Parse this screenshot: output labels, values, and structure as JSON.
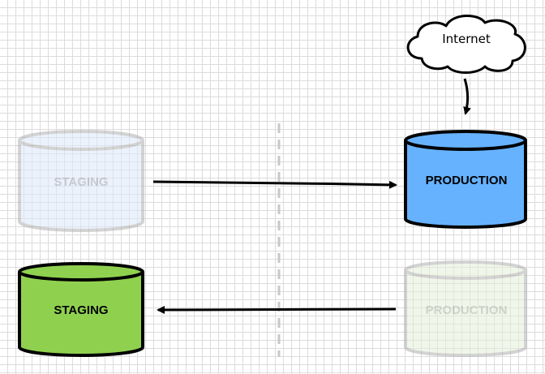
{
  "diagram": {
    "cloud": {
      "label": "Internet"
    },
    "top_row": {
      "source": {
        "label": "STAGING",
        "state": "faded",
        "fill": "#dce9fb"
      },
      "target": {
        "label": "PRODUCTION",
        "state": "active",
        "fill": "#66b2ff"
      }
    },
    "bottom_row": {
      "source": {
        "label": "PRODUCTION",
        "state": "faded",
        "fill": "#e4efd8"
      },
      "target": {
        "label": "STAGING",
        "state": "active",
        "fill": "#8fd14f"
      }
    },
    "colors": {
      "stroke": "#000000",
      "faded_stroke": "#b0b0b0",
      "divider": "#c8c8c8",
      "grid": "#dcdcdc"
    }
  }
}
